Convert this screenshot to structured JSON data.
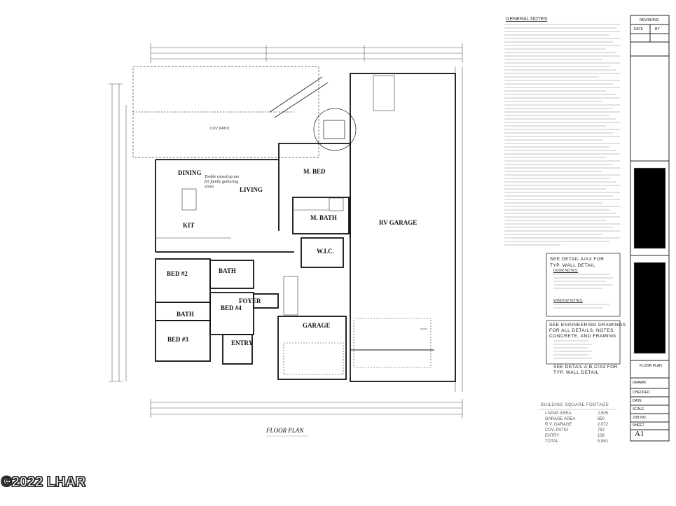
{
  "watermark": "©2022 LHAR",
  "plan_title": "FLOOR PLAN",
  "rooms": {
    "dining": "DINING",
    "living": "LIVING",
    "kit": "KIT",
    "m_bed": "M. BED",
    "m_bath": "M. BATH",
    "wic": "W.I.C.",
    "rv_garage": "RV GARAGE",
    "bed2": "BED #2",
    "bath_upper": "BATH",
    "bath_lower": "BATH",
    "foyer": "FOYER",
    "bed4": "BED #4",
    "bed3": "BED #3",
    "entry": "ENTRY",
    "garage": "GARAGE"
  },
  "handwritten_note": [
    "Tooble raised up are",
    "for family gathering",
    "areas"
  ],
  "notes_header": "GENERAL NOTES",
  "detail_box_1": {
    "line1": "SEE DETAIL A/A3 FOR",
    "line2": "TYP. WALL DETAIL",
    "door_notes": "DOOR NOTES:",
    "window_notes": "WINDOW NOTES:"
  },
  "detail_box_2": {
    "line1": "SEE ENGINEERING DRAWINGS",
    "line2": "FOR ALL DETAILS, NOTES,",
    "line3": "CONCRETE, AND FRAMING"
  },
  "detail_box_3": {
    "line1": "SEE DETAIL A,B,C/A3 FOR",
    "line2": "TYP. WALL DETAIL"
  },
  "sqft": {
    "header": "BUILDING SQUARE FOOTAGE",
    "rows": [
      {
        "label": "LIVING AREA",
        "value": "2,505"
      },
      {
        "label": "GARAGE AREA",
        "value": "650"
      },
      {
        "label": "R.V. GARAGE",
        "value": "2,072"
      },
      {
        "label": "COV. PATIO",
        "value": "792"
      },
      {
        "label": "ENTRY",
        "value": "138"
      },
      {
        "label": "TOTAL",
        "value": "5,961"
      }
    ]
  },
  "title_block": {
    "revisions": "REVISIONS",
    "date_col": "DATE",
    "by_col": "BY",
    "sheet_name": "FLOOR PLAN",
    "drawn": "DRAWN",
    "checked": "CHECKED",
    "date": "DATE",
    "scale": "SCALE",
    "job": "JOB NO.",
    "sheet": "SHEET",
    "sheet_no": "A1"
  },
  "patio_label": "COV. PATIO"
}
